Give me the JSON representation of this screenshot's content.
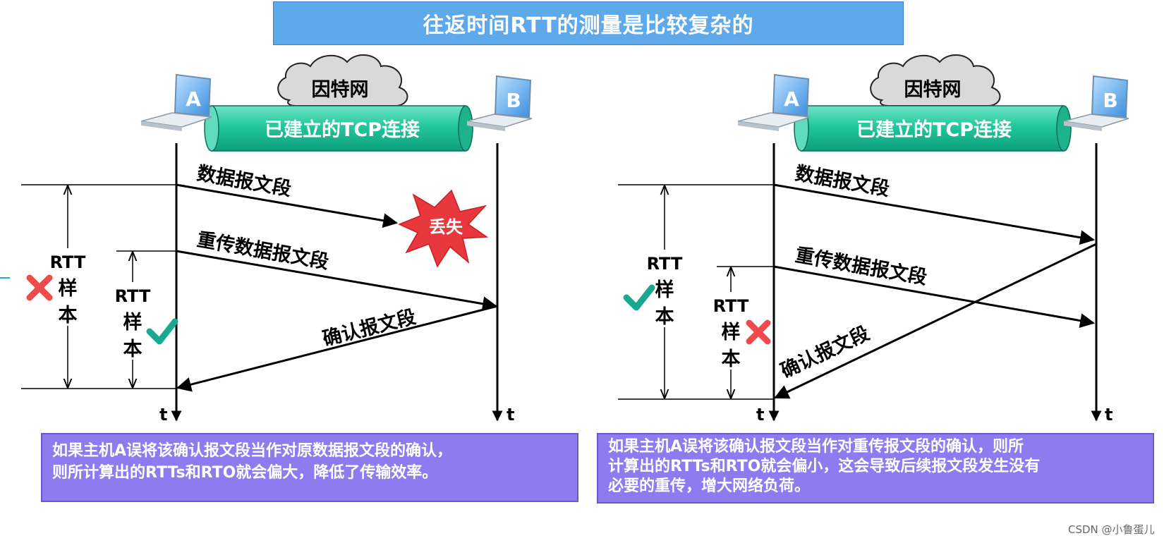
{
  "title": "往返时间RTT的测量是比较复杂的",
  "left": {
    "cloud_label": "因特网",
    "connection_label": "已建立的TCP连接",
    "host_a": "A",
    "host_b": "B",
    "segment_1": "数据报文段",
    "lost_label": "丢失",
    "segment_2": "重传数据报文段",
    "ack_label": "确认报文段",
    "rtt_outer": [
      "RTT",
      "样",
      "本"
    ],
    "rtt_inner": [
      "RTT",
      "样",
      "本"
    ],
    "time_a": "t",
    "time_b": "t",
    "note": [
      "如果主机A误将该确认报文段当作对原数据报文段的确认，",
      "则所计算出的RTTs和RTO就会偏大，降低了传输效率。"
    ]
  },
  "right": {
    "cloud_label": "因特网",
    "connection_label": "已建立的TCP连接",
    "host_a": "A",
    "host_b": "B",
    "segment_1": "数据报文段",
    "segment_2": "重传数据报文段",
    "ack_label": "确认报文段",
    "rtt_outer": [
      "RTT",
      "样",
      "本"
    ],
    "rtt_inner": [
      "RTT",
      "样",
      "本"
    ],
    "time_a": "t",
    "time_b": "t",
    "note": [
      "如果主机A误将该确认报文段当作对重传报文段的确认，则所",
      "计算出的RTTs和RTO就会偏小，这会导致后续报文段发生没有",
      "必要的重传，增大网络负荷。"
    ]
  },
  "watermark": "CSDN @小鲁蛋儿",
  "colors": {
    "title_bg": "#5ea8ec",
    "note_bg": "#8f7bf0",
    "pipe": "#1fc9a0",
    "check": "#1aa890",
    "cross": "#ef4b4b",
    "burst": "#e8383d"
  }
}
